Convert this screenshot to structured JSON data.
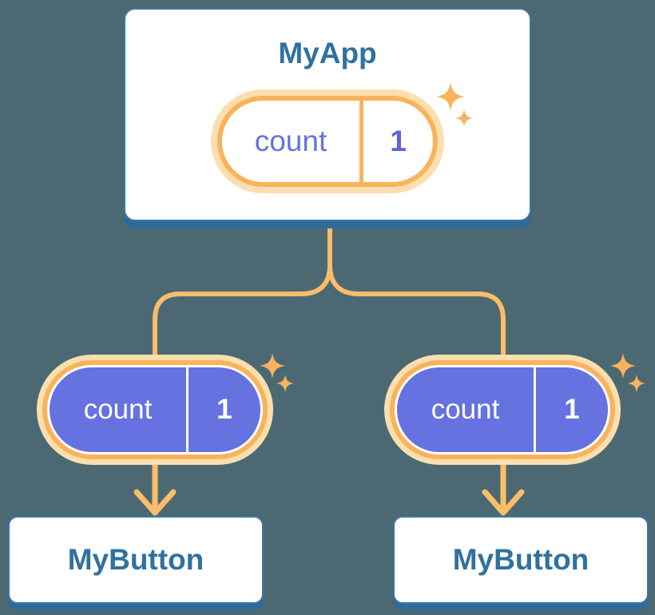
{
  "colors": {
    "background": "#4C6973",
    "card_fill": "#FFFFFF",
    "card_border_blue": "#3B77A6",
    "card_shadow_blue": "#2E6B99",
    "title_blue": "#30719F",
    "orange_ring": "#F9B35C",
    "orange_pale": "#FCDFAF",
    "orange_line": "#FBBD68",
    "sparkle_orange": "#F8B35C",
    "purple_fill": "#6672DF",
    "purple_text": "#6673DB"
  },
  "tree": {
    "root": {
      "title": "MyApp",
      "state": {
        "name": "count",
        "value": "1"
      }
    },
    "children": [
      {
        "title": "MyButton",
        "state": {
          "name": "count",
          "value": "1"
        }
      },
      {
        "title": "MyButton",
        "state": {
          "name": "count",
          "value": "1"
        }
      }
    ]
  }
}
